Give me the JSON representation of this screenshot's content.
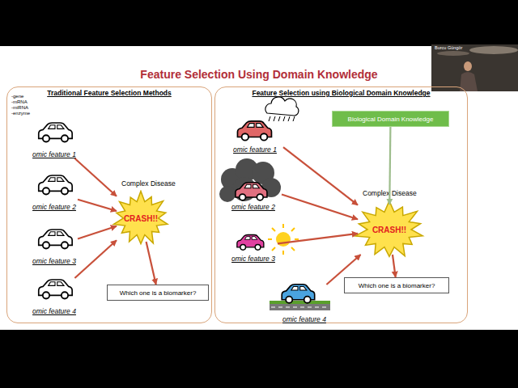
{
  "diagram": {
    "title": "Feature Selection Using Domain Knowledge",
    "nodes": [
      {
        "text": [
          "Traditional Feature Selection Methods"
        ]
      },
      {
        "text": [
          "omic feature 1"
        ],
        "in": 0
      },
      {
        "text": [
          "omic feature 2"
        ],
        "in": 0
      },
      {
        "text": [
          "omic feature 3"
        ],
        "in": 0
      },
      {
        "text": [
          "omic feature 4"
        ],
        "in": 0
      },
      {
        "text": [
          "Complex Disease",
          "CRASH!!"
        ],
        "in": 0
      },
      {
        "text": [
          "Which one is a biomarker?"
        ],
        "in": 0
      },
      {
        "text": [
          "Feature Selection using Biological Domain Knowledge"
        ]
      },
      {
        "text": [
          "Biological Domain Knowledge"
        ],
        "in": 7
      },
      {
        "text": [
          "omic feature 1"
        ],
        "in": 7
      },
      {
        "text": [
          "omic feature 2"
        ],
        "in": 7
      },
      {
        "text": [
          "omic feature 3"
        ],
        "in": 7
      },
      {
        "text": [
          "omic feature 4"
        ],
        "in": 7
      },
      {
        "text": [
          "Complex Disease",
          "CRASH!!"
        ],
        "in": 7
      },
      {
        "text": [
          "Which one is a biomarker?"
        ],
        "in": 7
      }
    ],
    "edges": [
      {
        "from": 1,
        "to": 5,
        "arrow": "to"
      },
      {
        "from": 2,
        "to": 5,
        "arrow": "to"
      },
      {
        "from": 3,
        "to": 5,
        "arrow": "to"
      },
      {
        "from": 4,
        "to": 5,
        "arrow": "to"
      },
      {
        "from": 5,
        "to": 6,
        "arrow": "to"
      },
      {
        "from": 8,
        "to": 13,
        "arrow": "to"
      },
      {
        "from": 9,
        "to": 13,
        "arrow": "to"
      },
      {
        "from": 10,
        "to": 13,
        "arrow": "to"
      },
      {
        "from": 11,
        "to": 13,
        "arrow": "to"
      },
      {
        "from": 12,
        "to": 13,
        "arrow": "to"
      },
      {
        "from": 13,
        "to": 14,
        "arrow": "to"
      }
    ],
    "labels": [
      "-gene",
      "-mRNA",
      "-miRNA",
      "-enzyme",
      "Burcu Güngör"
    ]
  }
}
